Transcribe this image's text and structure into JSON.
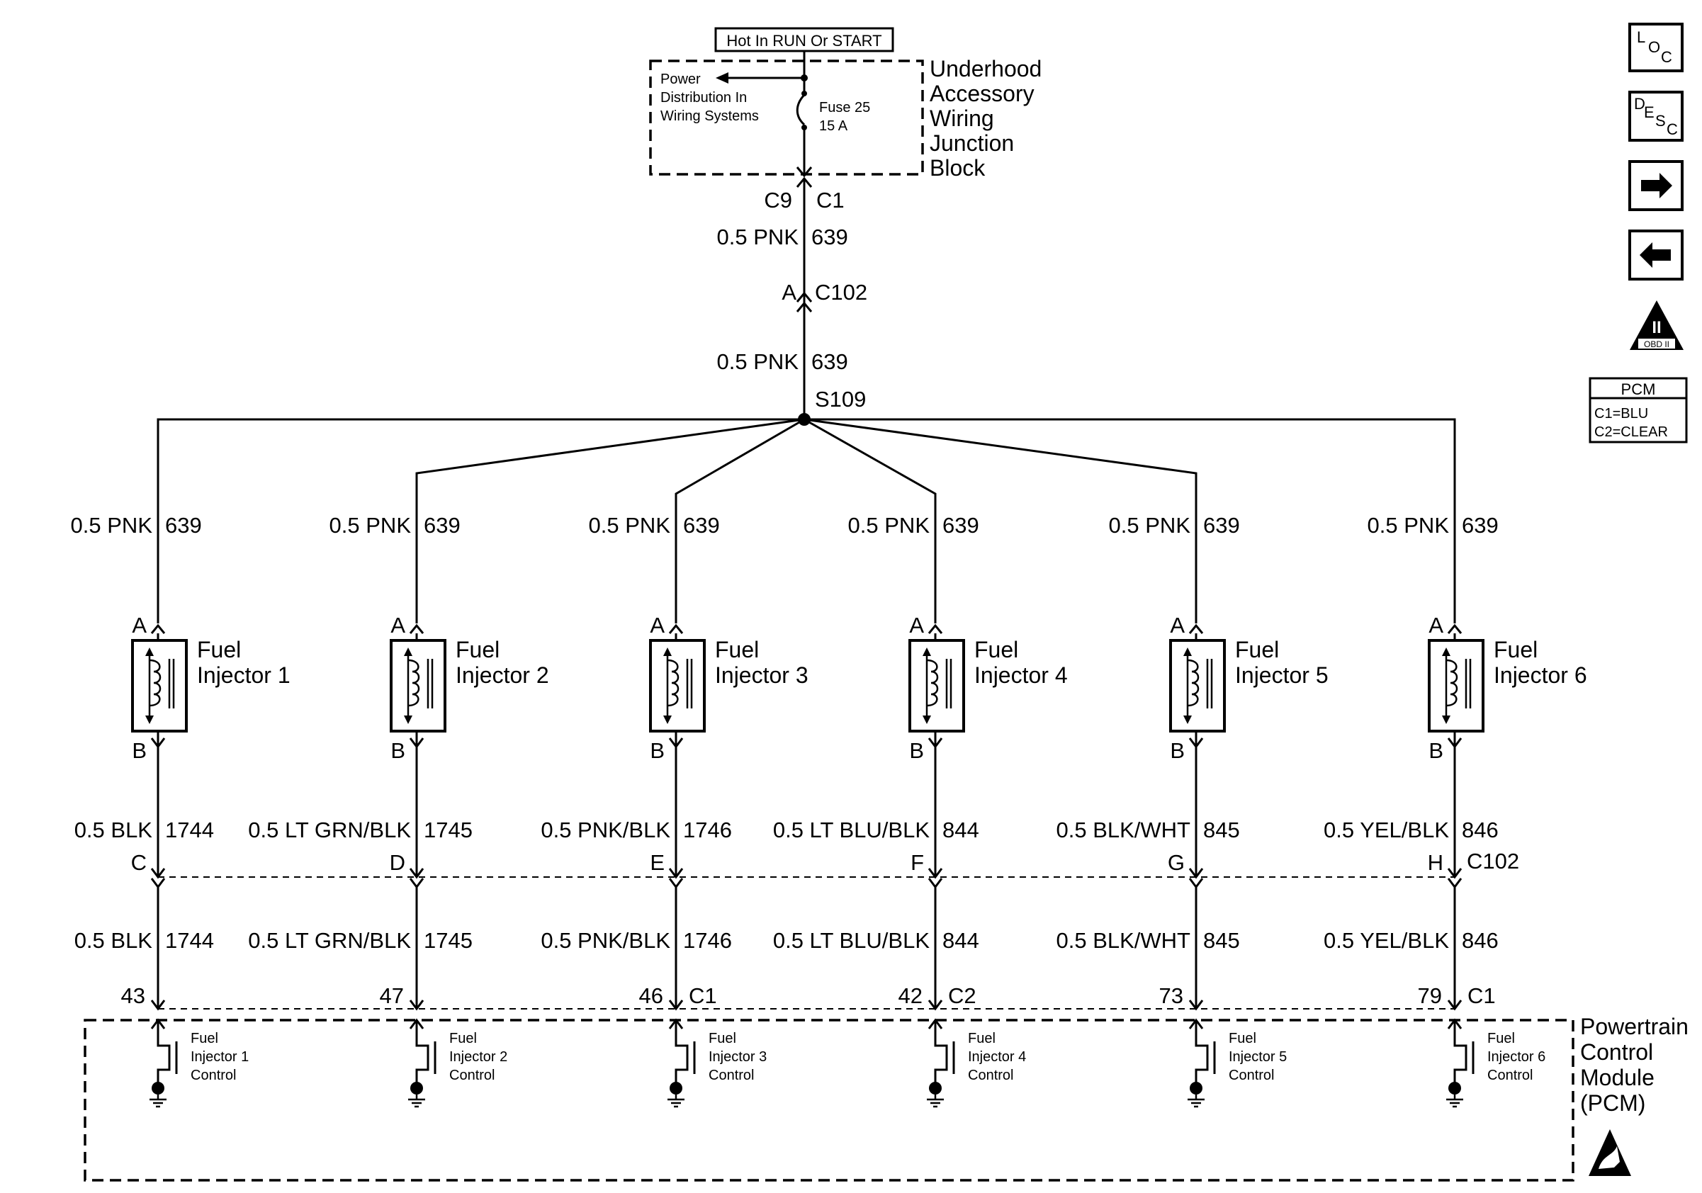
{
  "top": {
    "hot_label": "Hot In RUN Or START",
    "power_dist_lines": [
      "Power",
      "Distribution In",
      "Wiring Systems"
    ],
    "fuse_lines": [
      "Fuse 25",
      "15 A"
    ],
    "junction_block_lines": [
      "Underhood",
      "Accessory",
      "Wiring",
      "Junction",
      "Block"
    ],
    "conn_c9": "C9",
    "conn_c1": "C1",
    "wire_upper": {
      "gauge_color": "0.5 PNK",
      "circuit": "639"
    },
    "conn_a": "A",
    "conn_c102": "C102",
    "wire_lower": {
      "gauge_color": "0.5 PNK",
      "circuit": "639"
    },
    "splice": "S109"
  },
  "branches": [
    {
      "feed": "0.5 PNK",
      "feed_circuit": "639",
      "pin_a": "A",
      "injector_lines": [
        "Fuel",
        "Injector 1"
      ],
      "pin_b": "B",
      "wire": "0.5 BLK",
      "circuit": "1744",
      "c102_pin": "C",
      "pcm_pin": "43",
      "pcm_conn": "",
      "control_lines": [
        "Fuel",
        "Injector 1",
        "Control"
      ]
    },
    {
      "feed": "0.5 PNK",
      "feed_circuit": "639",
      "pin_a": "A",
      "injector_lines": [
        "Fuel",
        "Injector 2"
      ],
      "pin_b": "B",
      "wire": "0.5 LT GRN/BLK",
      "circuit": "1745",
      "c102_pin": "D",
      "pcm_pin": "47",
      "pcm_conn": "",
      "control_lines": [
        "Fuel",
        "Injector 2",
        "Control"
      ]
    },
    {
      "feed": "0.5 PNK",
      "feed_circuit": "639",
      "pin_a": "A",
      "injector_lines": [
        "Fuel",
        "Injector 3"
      ],
      "pin_b": "B",
      "wire": "0.5 PNK/BLK",
      "circuit": "1746",
      "c102_pin": "E",
      "pcm_pin": "46",
      "pcm_conn": "C1",
      "control_lines": [
        "Fuel",
        "Injector 3",
        "Control"
      ]
    },
    {
      "feed": "0.5 PNK",
      "feed_circuit": "639",
      "pin_a": "A",
      "injector_lines": [
        "Fuel",
        "Injector 4"
      ],
      "pin_b": "B",
      "wire": "0.5 LT BLU/BLK",
      "circuit": "844",
      "c102_pin": "F",
      "pcm_pin": "42",
      "pcm_conn": "C2",
      "control_lines": [
        "Fuel",
        "Injector 4",
        "Control"
      ]
    },
    {
      "feed": "0.5 PNK",
      "feed_circuit": "639",
      "pin_a": "A",
      "injector_lines": [
        "Fuel",
        "Injector 5"
      ],
      "pin_b": "B",
      "wire": "0.5 BLK/WHT",
      "circuit": "845",
      "c102_pin": "G",
      "pcm_pin": "73",
      "pcm_conn": "",
      "control_lines": [
        "Fuel",
        "Injector 5",
        "Control"
      ]
    },
    {
      "feed": "0.5 PNK",
      "feed_circuit": "639",
      "pin_a": "A",
      "injector_lines": [
        "Fuel",
        "Injector 6"
      ],
      "pin_b": "B",
      "wire": "0.5 YEL/BLK",
      "circuit": "846",
      "c102_pin": "H",
      "pcm_pin": "79",
      "pcm_conn": "C1",
      "control_lines": [
        "Fuel",
        "Injector 6",
        "Control"
      ]
    }
  ],
  "c102_label": "C102",
  "pcm_lines": [
    "Powertrain",
    "Control",
    "Module",
    "(PCM)"
  ],
  "side_icons": {
    "loc": {
      "letters": [
        "L",
        "O",
        "C"
      ]
    },
    "desc": {
      "letters": [
        "D",
        "E",
        "S",
        "C"
      ]
    },
    "obd": {
      "roman": "II",
      "text": "OBD II"
    }
  },
  "pcm_legend": {
    "title": "PCM",
    "lines": [
      "C1=BLU",
      "C2=CLEAR"
    ]
  }
}
